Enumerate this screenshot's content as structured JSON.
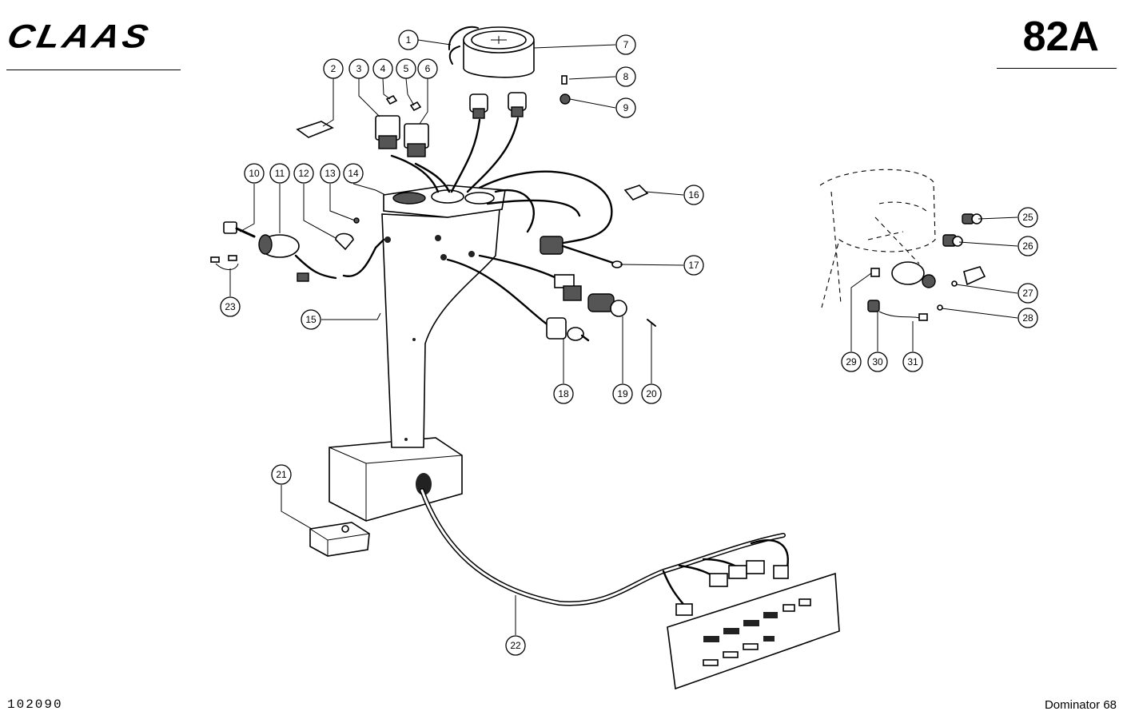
{
  "header": {
    "brand": "CLAAS",
    "page_number": "82A"
  },
  "footer": {
    "document_number": "102090",
    "model": "Dominator 68"
  },
  "callouts": [
    "1",
    "2",
    "3",
    "4",
    "5",
    "6",
    "7",
    "8",
    "9",
    "10",
    "11",
    "12",
    "13",
    "14",
    "15",
    "16",
    "17",
    "18",
    "19",
    "20",
    "21",
    "22",
    "23",
    "25",
    "26",
    "27",
    "28",
    "29",
    "30",
    "31"
  ]
}
